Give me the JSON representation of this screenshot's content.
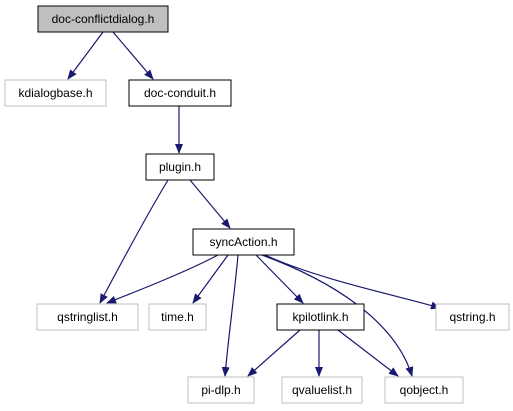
{
  "graph": {
    "nodes": [
      {
        "id": "doc_conflictdialog",
        "label": "doc-conflictdialog.h",
        "style": "root"
      },
      {
        "id": "kdialogbase",
        "label": "kdialogbase.h",
        "style": "external"
      },
      {
        "id": "doc_conduit",
        "label": "doc-conduit.h",
        "style": "internal"
      },
      {
        "id": "plugin",
        "label": "plugin.h",
        "style": "internal"
      },
      {
        "id": "syncAction",
        "label": "syncAction.h",
        "style": "internal"
      },
      {
        "id": "qstringlist",
        "label": "qstringlist.h",
        "style": "external"
      },
      {
        "id": "time",
        "label": "time.h",
        "style": "external"
      },
      {
        "id": "kpilotlink",
        "label": "kpilotlink.h",
        "style": "internal"
      },
      {
        "id": "qstring",
        "label": "qstring.h",
        "style": "external"
      },
      {
        "id": "pi_dlp",
        "label": "pi-dlp.h",
        "style": "external"
      },
      {
        "id": "qvaluelist",
        "label": "qvaluelist.h",
        "style": "external"
      },
      {
        "id": "qobject",
        "label": "qobject.h",
        "style": "external"
      }
    ],
    "edges": [
      {
        "from": "doc_conflictdialog",
        "to": "kdialogbase"
      },
      {
        "from": "doc_conflictdialog",
        "to": "doc_conduit"
      },
      {
        "from": "doc_conduit",
        "to": "plugin"
      },
      {
        "from": "plugin",
        "to": "qstringlist"
      },
      {
        "from": "plugin",
        "to": "syncAction"
      },
      {
        "from": "syncAction",
        "to": "qstringlist"
      },
      {
        "from": "syncAction",
        "to": "time"
      },
      {
        "from": "syncAction",
        "to": "pi_dlp"
      },
      {
        "from": "syncAction",
        "to": "kpilotlink"
      },
      {
        "from": "syncAction",
        "to": "qstring"
      },
      {
        "from": "syncAction",
        "to": "qobject"
      },
      {
        "from": "kpilotlink",
        "to": "pi_dlp"
      },
      {
        "from": "kpilotlink",
        "to": "qvaluelist"
      },
      {
        "from": "kpilotlink",
        "to": "qobject"
      }
    ]
  },
  "colors": {
    "edge": "#191970",
    "root_fill": "#bfbfbf",
    "root_border": "#000000",
    "internal_border": "#000000",
    "external_border": "#bfbfbf",
    "text": "#000000"
  }
}
